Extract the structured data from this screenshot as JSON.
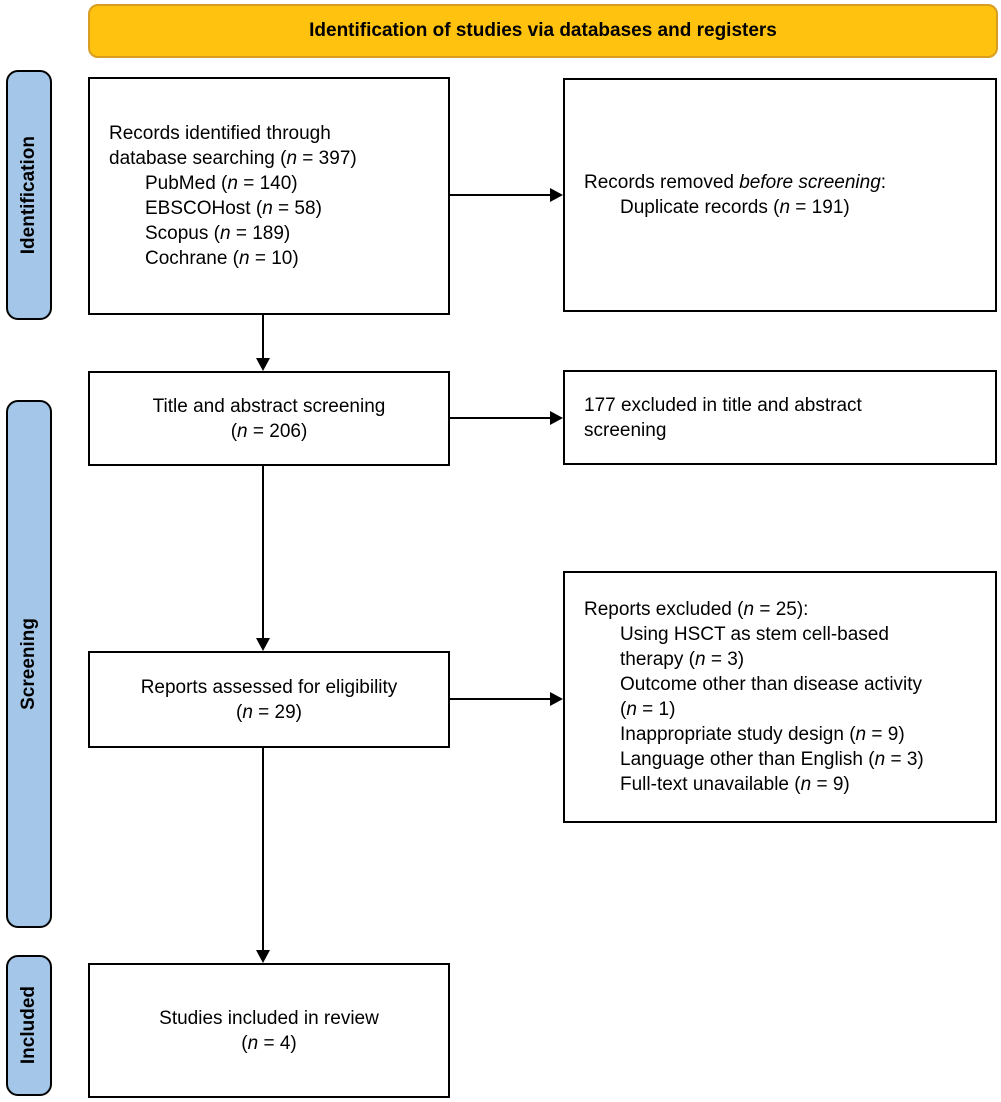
{
  "banner": {
    "title": "Identification of studies via databases and registers"
  },
  "stages": {
    "identification": "Identification",
    "screening": "Screening",
    "included": "Included"
  },
  "colors": {
    "banner_fill": "#FFC20E",
    "banner_border": "#D89E24",
    "stage_fill": "#A4C6E8",
    "line": "#000000"
  },
  "boxes": {
    "records_identified": {
      "lines": [
        {
          "seg": [
            {
              "t": "Records identified through"
            }
          ]
        },
        {
          "seg": [
            {
              "t": "database searching ("
            },
            {
              "t": "n",
              "i": true
            },
            {
              "t": " = 397)"
            }
          ]
        },
        {
          "ind": 1,
          "seg": [
            {
              "t": "PubMed ("
            },
            {
              "t": "n",
              "i": true
            },
            {
              "t": " = 140)"
            }
          ]
        },
        {
          "ind": 1,
          "seg": [
            {
              "t": "EBSCOHost ("
            },
            {
              "t": "n",
              "i": true
            },
            {
              "t": " = 58)"
            }
          ]
        },
        {
          "ind": 1,
          "seg": [
            {
              "t": "Scopus ("
            },
            {
              "t": "n",
              "i": true
            },
            {
              "t": " = 189)"
            }
          ]
        },
        {
          "ind": 1,
          "seg": [
            {
              "t": "Cochrane ("
            },
            {
              "t": "n",
              "i": true
            },
            {
              "t": " = 10)"
            }
          ]
        }
      ]
    },
    "records_removed": {
      "lines": [
        {
          "seg": [
            {
              "t": "Records removed "
            },
            {
              "t": "before screening",
              "i": true
            },
            {
              "t": ":"
            }
          ]
        },
        {
          "ind": 1,
          "seg": [
            {
              "t": "Duplicate records ("
            },
            {
              "t": "n",
              "i": true
            },
            {
              "t": " = 191)"
            }
          ]
        }
      ]
    },
    "title_abstract_screening": {
      "lines": [
        {
          "seg": [
            {
              "t": "Title and abstract screening"
            }
          ]
        },
        {
          "seg": [
            {
              "t": "("
            },
            {
              "t": "n",
              "i": true
            },
            {
              "t": " = 206)"
            }
          ]
        }
      ]
    },
    "excluded_title_abstract": {
      "lines": [
        {
          "seg": [
            {
              "t": "177 excluded in title and abstract"
            }
          ]
        },
        {
          "seg": [
            {
              "t": "screening"
            }
          ]
        }
      ]
    },
    "reports_assessed": {
      "lines": [
        {
          "seg": [
            {
              "t": "Reports assessed for eligibility"
            }
          ]
        },
        {
          "seg": [
            {
              "t": "("
            },
            {
              "t": "n",
              "i": true
            },
            {
              "t": " = 29)"
            }
          ]
        }
      ]
    },
    "reports_excluded": {
      "lines": [
        {
          "seg": [
            {
              "t": "Reports excluded ("
            },
            {
              "t": "n",
              "i": true
            },
            {
              "t": " = 25):"
            }
          ]
        },
        {
          "ind": 1,
          "seg": [
            {
              "t": "Using HSCT as stem cell-based"
            }
          ]
        },
        {
          "ind": 1,
          "seg": [
            {
              "t": "therapy ("
            },
            {
              "t": "n",
              "i": true
            },
            {
              "t": " = 3)"
            }
          ]
        },
        {
          "ind": 1,
          "seg": [
            {
              "t": "Outcome other than disease activity"
            }
          ]
        },
        {
          "ind": 1,
          "seg": [
            {
              "t": "("
            },
            {
              "t": "n",
              "i": true
            },
            {
              "t": " = 1)"
            }
          ]
        },
        {
          "ind": 1,
          "seg": [
            {
              "t": "Inappropriate study design ("
            },
            {
              "t": "n",
              "i": true
            },
            {
              "t": " = 9)"
            }
          ]
        },
        {
          "ind": 1,
          "seg": [
            {
              "t": "Language other than English ("
            },
            {
              "t": "n",
              "i": true
            },
            {
              "t": " = 3)"
            }
          ]
        },
        {
          "ind": 1,
          "seg": [
            {
              "t": "Full-text unavailable ("
            },
            {
              "t": "n",
              "i": true
            },
            {
              "t": " = 9)"
            }
          ]
        }
      ]
    },
    "studies_included": {
      "lines": [
        {
          "seg": [
            {
              "t": "Studies included in review"
            }
          ]
        },
        {
          "seg": [
            {
              "t": "("
            },
            {
              "t": "n",
              "i": true
            },
            {
              "t": " = 4)"
            }
          ]
        }
      ]
    }
  }
}
